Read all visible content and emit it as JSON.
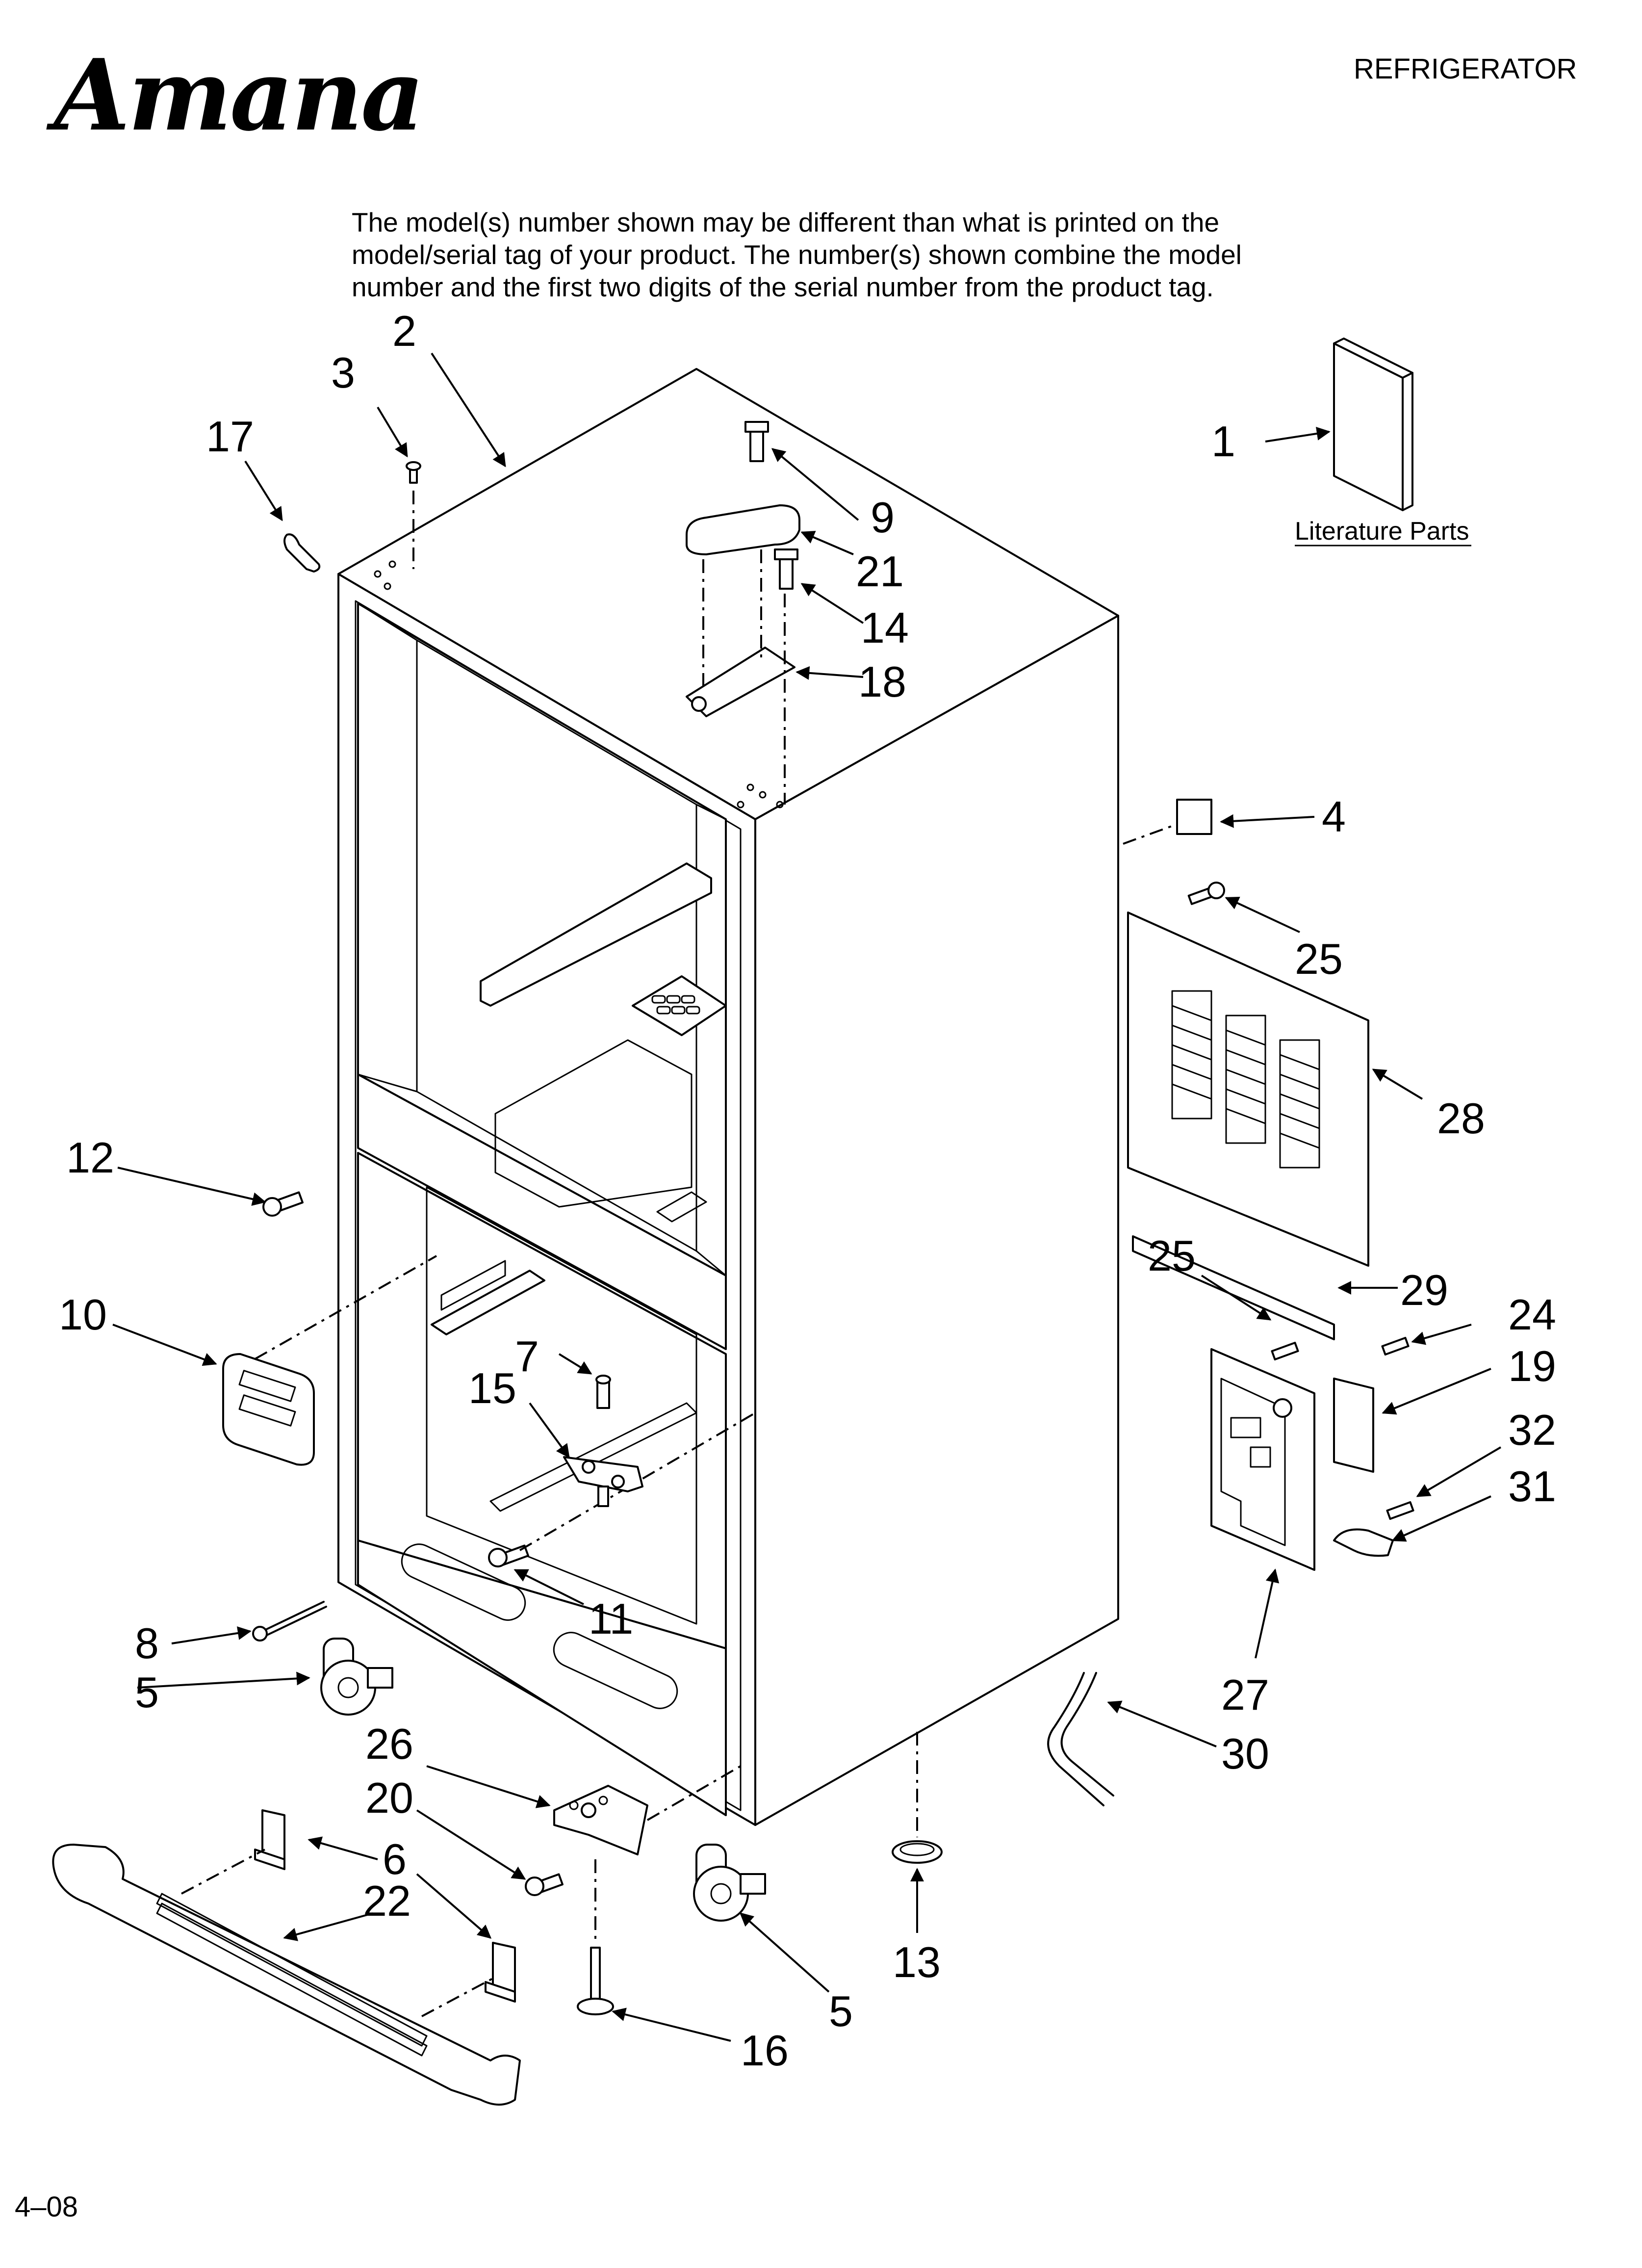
{
  "header": {
    "brand": "Amana",
    "document_type": "REFRIGERATOR"
  },
  "disclaimer": {
    "lines": [
      "The model(s) number shown may be different than what is printed on the",
      "model/serial tag of your product. The number(s) shown combine the model",
      "number and the first two digits of the serial number from the product tag."
    ]
  },
  "literature_caption": "Literature Parts",
  "callouts": [
    "1",
    "2",
    "3",
    "4",
    "5",
    "5",
    "6",
    "7",
    "8",
    "9",
    "10",
    "11",
    "12",
    "13",
    "14",
    "15",
    "16",
    "17",
    "18",
    "19",
    "20",
    "21",
    "22",
    "24",
    "25",
    "25",
    "26",
    "27",
    "28",
    "29",
    "30",
    "31",
    "32"
  ],
  "footer": {
    "revision": "4–08"
  },
  "colors": {
    "ink": "#000000",
    "paper": "#ffffff"
  }
}
